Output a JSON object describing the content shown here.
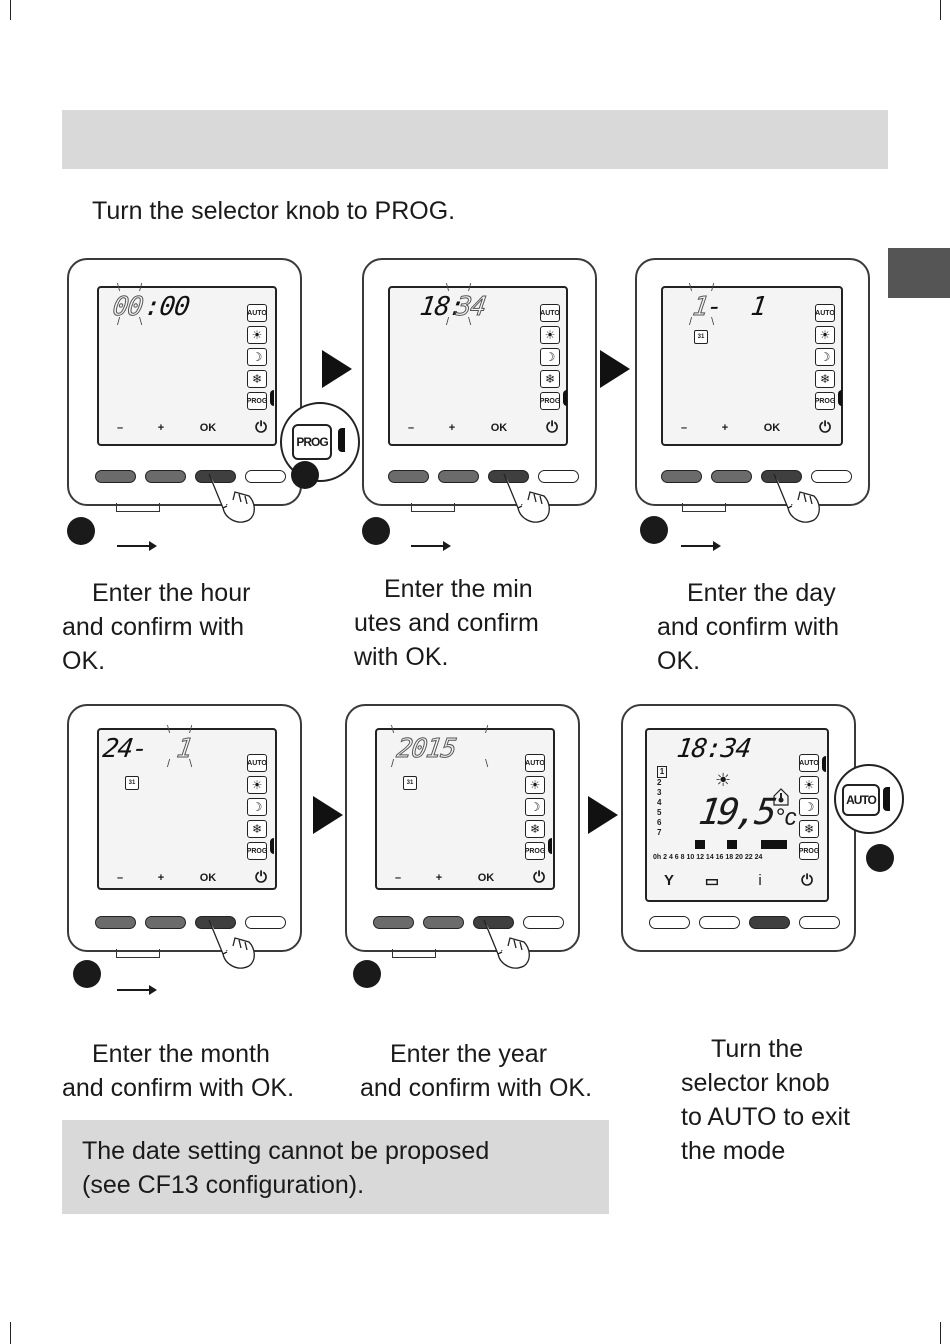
{
  "intro": "Turn the selector knob to PROG.",
  "captions": {
    "step1": [
      "Enter the hour",
      "and confirm with",
      "OK."
    ],
    "step2": [
      "Enter the min",
      "utes and confirm",
      "with OK."
    ],
    "step3": [
      "Enter the day",
      "and confirm with",
      "OK."
    ],
    "step4": [
      "Enter the month",
      "and confirm with OK."
    ],
    "step5": [
      "Enter the year",
      "and confirm with OK."
    ],
    "step6": [
      "Turn the",
      "selector knob",
      "to AUTO to exit",
      "the mode"
    ]
  },
  "note": [
    "The date setting cannot be proposed",
    "(see CF13 configuration)."
  ],
  "device": {
    "buttons": {
      "minus": "–",
      "plus": "+",
      "ok": "OK",
      "power": "⏻"
    },
    "modes": {
      "auto": "AUTO",
      "comfort": "☀",
      "eco": "☽",
      "frost": "❄",
      "prog": "PROG"
    },
    "calendar_label": "31"
  },
  "screens": {
    "s1": {
      "blink": "00",
      "fixed": ":00"
    },
    "s2": {
      "fixed": "18:",
      "blink": "34"
    },
    "s3": {
      "blink": "1",
      "fixed": "-  1"
    },
    "s4": {
      "fixed": "24-",
      "blink": "1"
    },
    "s5": {
      "blink": "2015"
    },
    "s6": {
      "time": "18:34",
      "temp": "19,5",
      "unit": "°c",
      "days": [
        "1",
        "2",
        "3",
        "4",
        "5",
        "6",
        "7"
      ],
      "hours": "0h  2   4   6   8  10 12 14 16 18 20 22 24",
      "bottom_icons": {
        "glass": "Y",
        "case": "▭",
        "info": "i",
        "power": "⏻"
      }
    }
  },
  "zoom": {
    "prog": "PROG",
    "auto": "AUTO"
  }
}
